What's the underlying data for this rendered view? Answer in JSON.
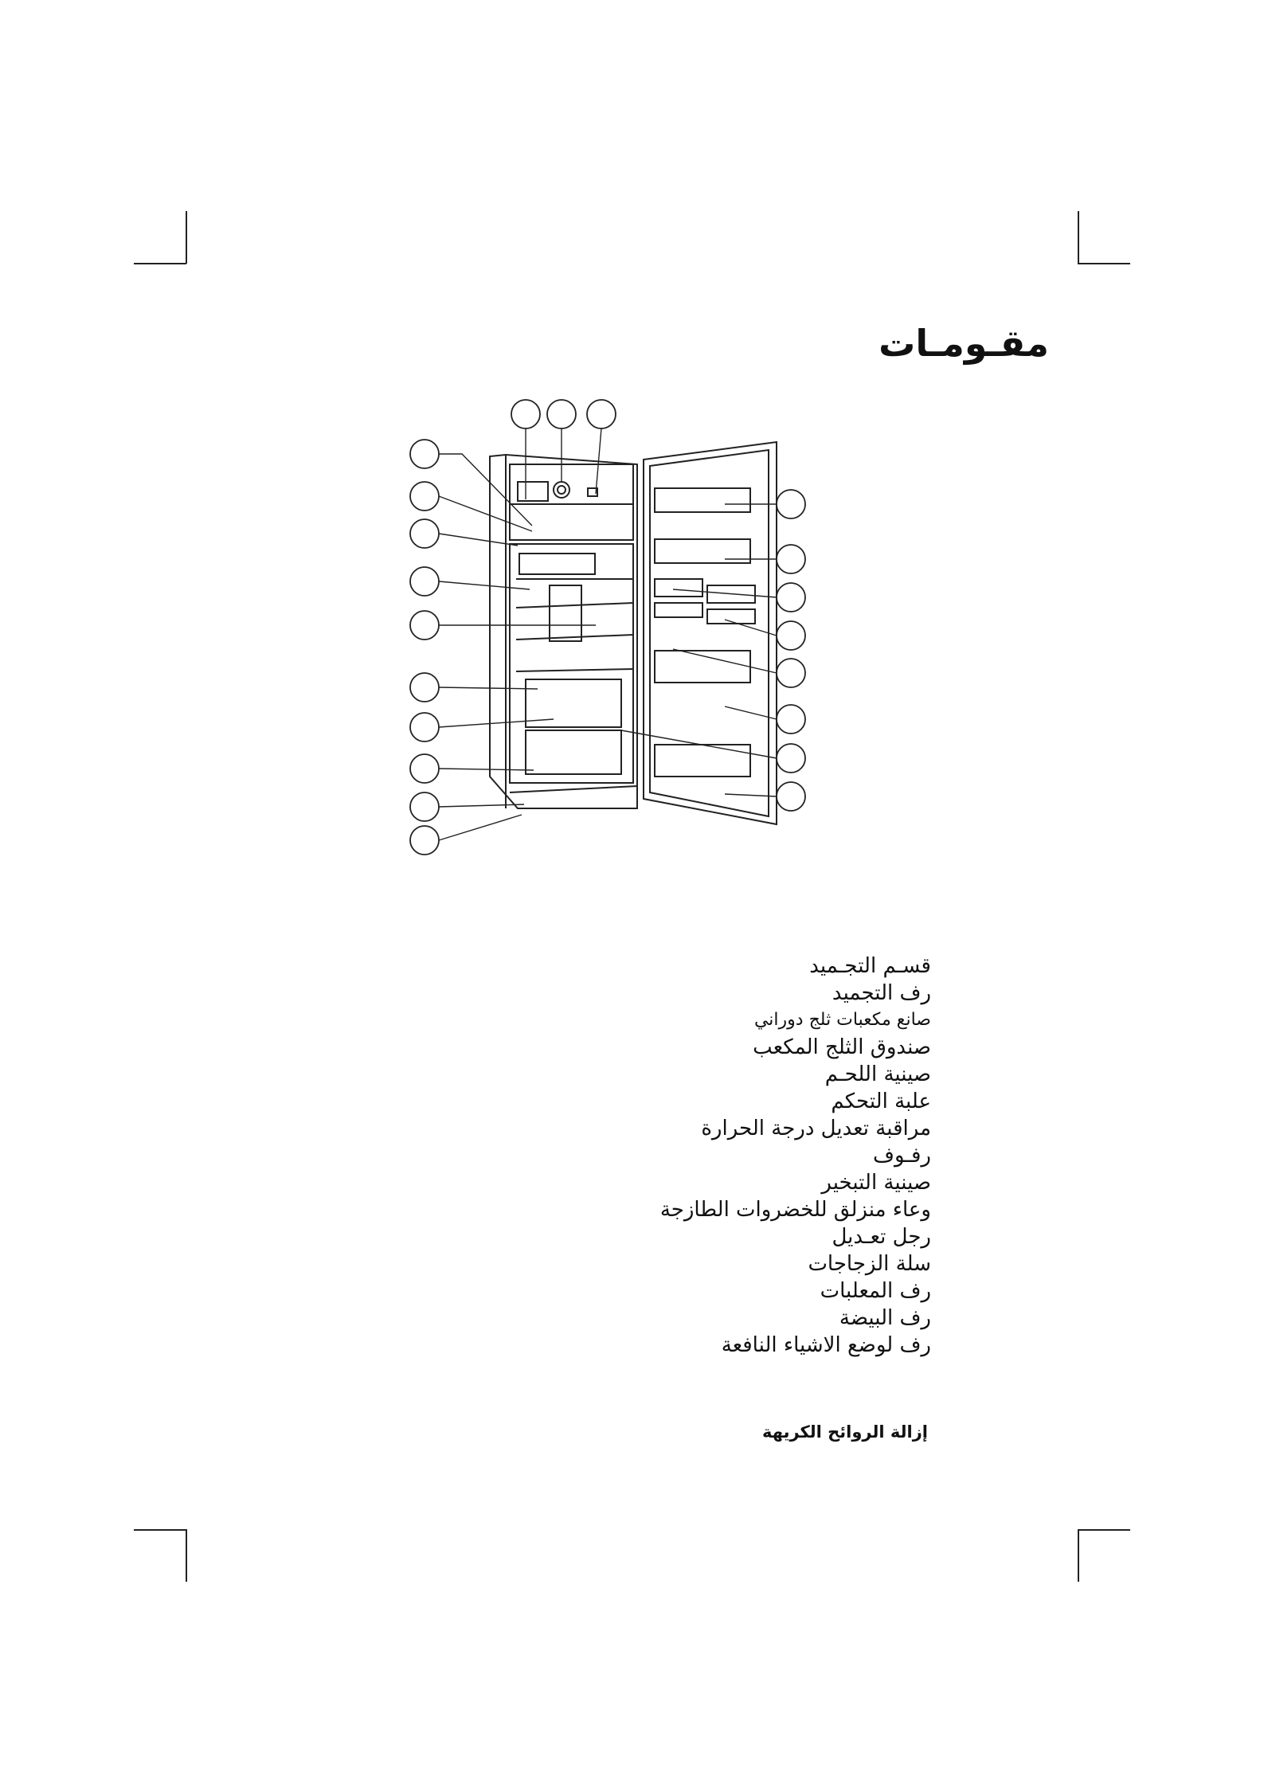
{
  "title": "مقـومـات",
  "legend": [
    "قسـم التجـميد",
    "رف التجميد",
    "صانع مكعبات ثلج دوراني",
    "صندوق الثلج المكعب",
    "صينية اللحـم",
    "علبة التحكم",
    "مراقبة تعديل درجة الحرارة",
    "رفـوف",
    "صينية التبخير",
    "وعاء منزلق للخضروات الطازجة",
    "رجل تعـديل",
    "سلة الزجاجات",
    "رف المعلبات",
    "رف البيضة",
    "رف لوضع الاشياء النافعة"
  ],
  "deodorizer": "إزالة الروائح الكريهة",
  "colors": {
    "ink": "#222222",
    "background": "#ffffff"
  }
}
